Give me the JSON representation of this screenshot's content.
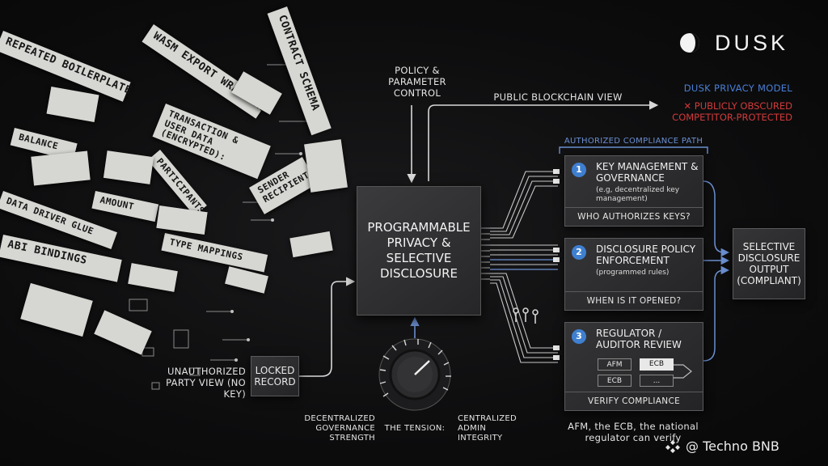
{
  "brand": {
    "name": "DUSK"
  },
  "papers": {
    "contract_schema": "CONTRACT SCHEMA",
    "repeated_boilerplate": "REPEATED BOILERPLATE",
    "wasm_export_wrappers": "WASM EXPORT WRAPPERS",
    "transaction_user_data": "TRANSACTION & USER DATA (ENCRYPTED):",
    "balance": "BALANCE",
    "participants": "PARTICIPANTS",
    "amount": "AMOUNT",
    "sender_recipient": "SENDER RECIPIENT",
    "data_driver_glue": "DATA DRIVER GLUE",
    "type_mappings": "TYPE MAPPINGS",
    "abi_bindings": "ABI BINDINGS"
  },
  "center": {
    "label": "PROGRAMMABLE PRIVACY & SELECTIVE DISCLOSURE"
  },
  "policy_control": "POLICY & PARAMETER CONTROL",
  "public_view": "PUBLIC BLOCKCHAIN VIEW",
  "privacy_model": {
    "title": "DUSK PRIVACY MODEL",
    "line1": "PUBLICLY OBSCURED",
    "line2": "COMPETITOR-PROTECTED",
    "x_mark": "✕",
    "title_color": "#4a7fd6",
    "alert_color": "#d23a3a"
  },
  "compliance_path": {
    "label": "AUTHORIZED COMPLIANCE PATH"
  },
  "steps": [
    {
      "num": "1",
      "title": "KEY MANAGEMENT & GOVERNANCE",
      "sub": "(e.g, decentralized key management)",
      "footer": "WHO AUTHORIZES KEYS?"
    },
    {
      "num": "2",
      "title": "DISCLOSURE POLICY ENFORCEMENT",
      "sub": "(programmed rules)",
      "footer": "WHEN IS IT OPENED?"
    },
    {
      "num": "3",
      "title": "REGULATOR / AUDITOR REVIEW",
      "sub": "",
      "footer": "VERIFY COMPLIANCE"
    }
  ],
  "regulators": {
    "afm": "AFM",
    "ecb_highlight": "ECB",
    "ecb": "ECB",
    "more": "..."
  },
  "output": {
    "label": "SELECTIVE DISCLOSURE OUTPUT (COMPLIANT)"
  },
  "unauthorized": {
    "label": "UNAUTHORIZED PARTY VIEW (NO KEY)"
  },
  "locked": {
    "label": "LOCKED RECORD"
  },
  "tension": {
    "left": "DECENTRALIZED GOVERNANCE STRENGTH",
    "center": "THE TENSION:",
    "right": "CENTRALIZED ADMIN INTEGRITY"
  },
  "regulator_note": "AFM, the ECB, the national regulator can verify",
  "watermark": "@ Techno BNB"
}
